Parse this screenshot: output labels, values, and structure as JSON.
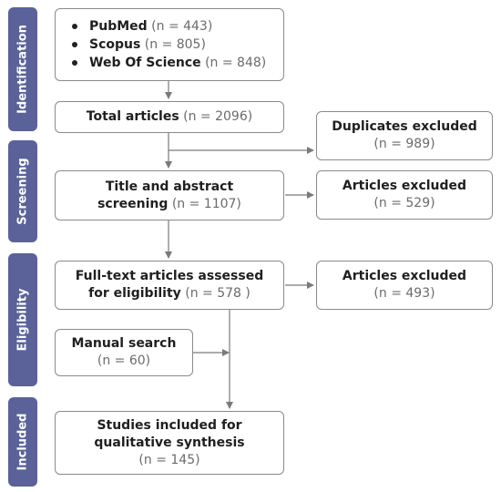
{
  "phases": {
    "identification": "Identification",
    "screening": "Screening",
    "eligibility": "Eligibility",
    "included": "Included"
  },
  "sources": [
    {
      "name": "PubMed",
      "count": "(n = 443)"
    },
    {
      "name": "Scopus",
      "count": "(n = 805)"
    },
    {
      "name": "Web Of Science",
      "count": "(n = 848)"
    }
  ],
  "total": {
    "label": "Total articles",
    "count": "(n = 2096)"
  },
  "duplicates": {
    "label": "Duplicates excluded",
    "count": "(n = 989)"
  },
  "screening": {
    "line1": "Title and abstract",
    "line2": "screening",
    "count": "(n = 1107)"
  },
  "screening_excluded": {
    "label": "Articles excluded",
    "count": "(n = 529)"
  },
  "fulltext": {
    "line1": "Full-text articles assessed",
    "line2": "for eligibility",
    "count": "(n = 578 )"
  },
  "fulltext_excluded": {
    "label": "Articles excluded",
    "count": "(n = 493)"
  },
  "manual": {
    "label": "Manual search",
    "count": "(n = 60)"
  },
  "included": {
    "line1": "Studies included for",
    "line2": "qualitative synthesis",
    "count": "(n = 145)"
  },
  "colors": {
    "phase": "#5a6299",
    "border": "#8a8a8a",
    "arrow": "#7a7a7a",
    "count_text": "#6b6b6b"
  }
}
